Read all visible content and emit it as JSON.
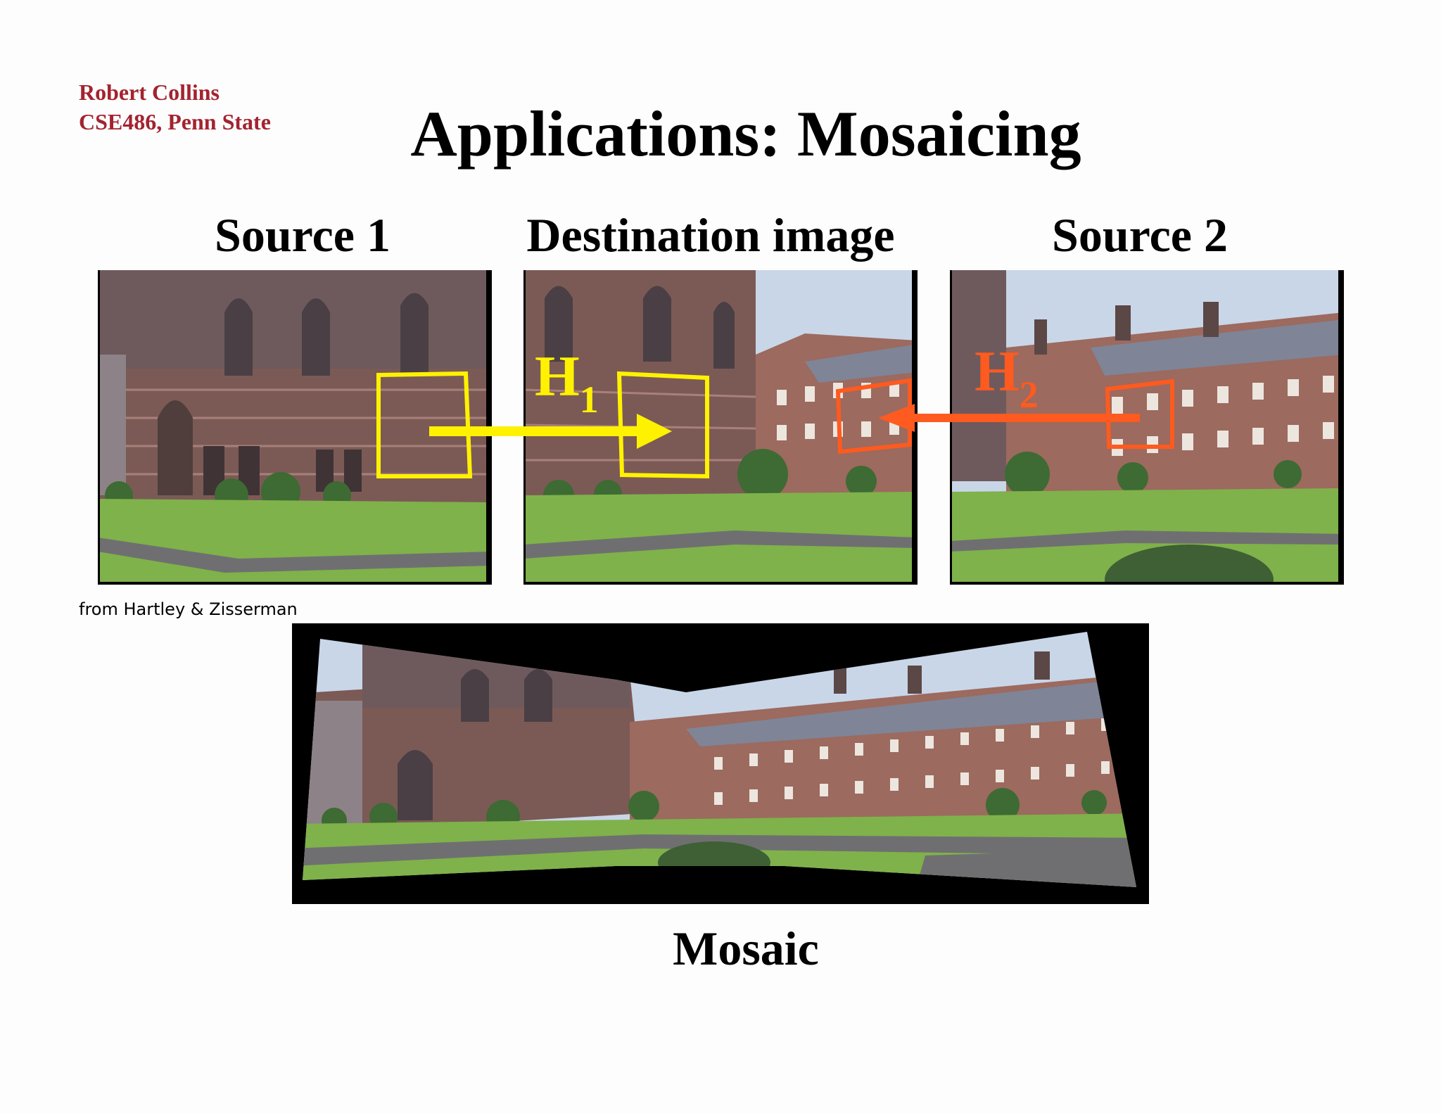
{
  "header": {
    "author_line1": "Robert Collins",
    "author_line2": "CSE486, Penn State",
    "title": "Applications: Mosaicing"
  },
  "captions": {
    "source1": "Source 1",
    "destination": "Destination image",
    "source2": "Source 2",
    "mosaic": "Mosaic"
  },
  "credit": "from Hartley & Zisserman",
  "homographies": {
    "h1": {
      "letter": "H",
      "subscript": "1",
      "color": "#fff200"
    },
    "h2": {
      "letter": "H",
      "subscript": "2",
      "color": "#ff5a1f"
    }
  },
  "colors": {
    "author": "#a3232f",
    "sky": "#c9d6e8",
    "brick": "#8a5a52",
    "grass": "#7fb24a",
    "path": "#6f6f72"
  }
}
